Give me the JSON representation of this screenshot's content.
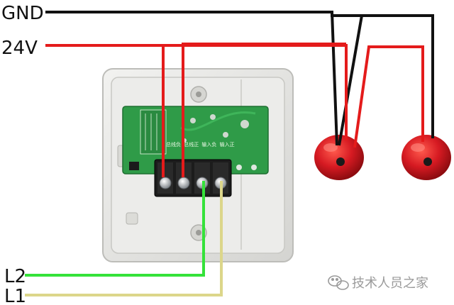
{
  "labels": {
    "gnd": "GND",
    "v24": "24V",
    "l2": "L2",
    "l1": "L1"
  },
  "watermark": {
    "text": "技术人员之家"
  },
  "pcb": {
    "silkscreen": "总线负 总线正 输入负 输入正"
  },
  "colors": {
    "gnd_wire": "#111111",
    "v24_wire": "#e41b1b",
    "l2_wire": "#35e23a",
    "l1_wire": "#dcd68a",
    "bell": "#d61a22",
    "pcb": "#2f9b48",
    "housing": "#e6e6e4"
  },
  "icons": {
    "watermark_icon": "wechat-icon",
    "bell_icon": "alarm-bell-icon"
  }
}
